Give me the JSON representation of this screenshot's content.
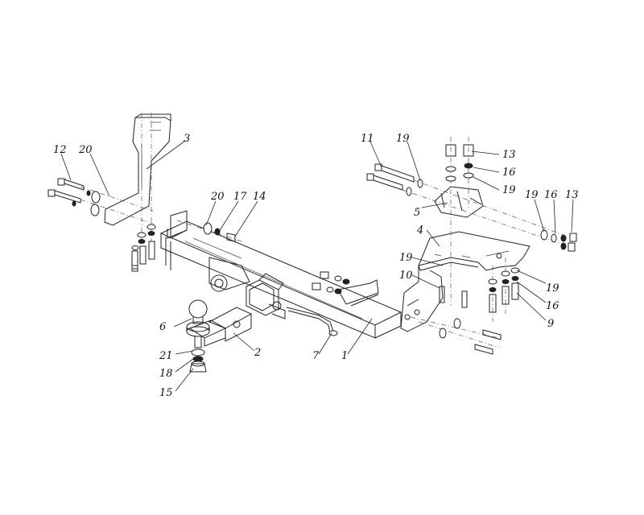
{
  "labels": {
    "l1": "1",
    "l2": "2",
    "l3": "3",
    "l4": "4",
    "l5": "5",
    "l6": "6",
    "l7": "7",
    "l9": "9",
    "l10": "10",
    "l11": "11",
    "l12": "12",
    "l13a": "13",
    "l13b": "13",
    "l14": "14",
    "l15": "15",
    "l16a": "16",
    "l16b": "16",
    "l16c": "16",
    "l17": "17",
    "l18": "18",
    "l19a": "19",
    "l19b": "19",
    "l19c": "19",
    "l19d": "19",
    "l19e": "19",
    "l20a": "20",
    "l20b": "20",
    "l21": "21"
  },
  "colors": {
    "line": "#222222",
    "background": "#ffffff"
  }
}
